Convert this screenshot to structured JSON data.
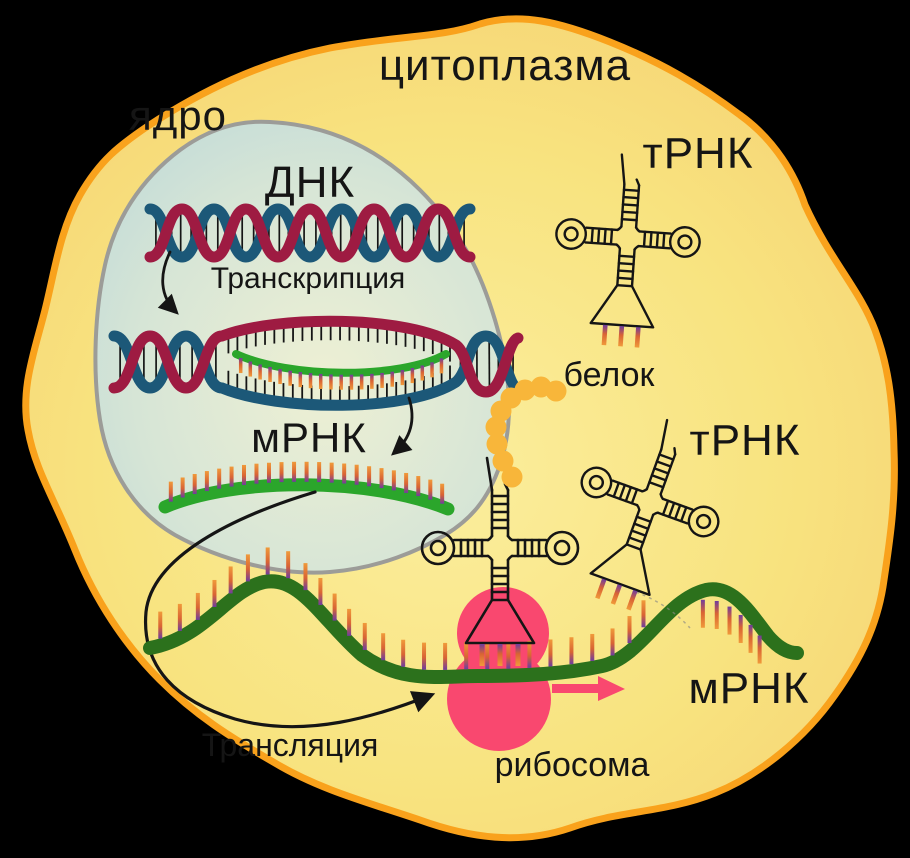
{
  "diagram": {
    "labels": {
      "cytoplasm": "цитоплазма",
      "nucleus": "ядро",
      "dna": "ДНК",
      "transcription": "Транскрипция",
      "mrna_nuclear": "мРНК",
      "trna_upper": "тРНК",
      "protein": "белок",
      "trna_lower": "тРНК",
      "translation": "Трансляция",
      "ribosome": "рибосома",
      "mrna_cytoplasmic": "мРНК"
    },
    "colors": {
      "background": "#000000",
      "membrane": "#F9A21C",
      "cell_center": "#FBEE9E",
      "cell_mid": "#F8E37F",
      "cell_edge": "#F5CF72",
      "nucleus_border": "#9C9C98",
      "nucleus_center": "#EEF0D4",
      "nucleus_mid": "#D6E5D6",
      "nucleus_edge": "#C2DBD8",
      "dna_strand_red": "#9E1B42",
      "dna_strand_blue": "#1C5878",
      "mrna_nuclear_green": "#2BA62B",
      "mrna_cyto_green": "#2C711C",
      "ribosome_pink": "#F9486F",
      "protein_bead": "#F8B63A",
      "tick_orange": "#F09A3A",
      "tick_red": "#D96334",
      "tick_purple": "#6F3D9E",
      "outline_black": "#151515"
    }
  }
}
